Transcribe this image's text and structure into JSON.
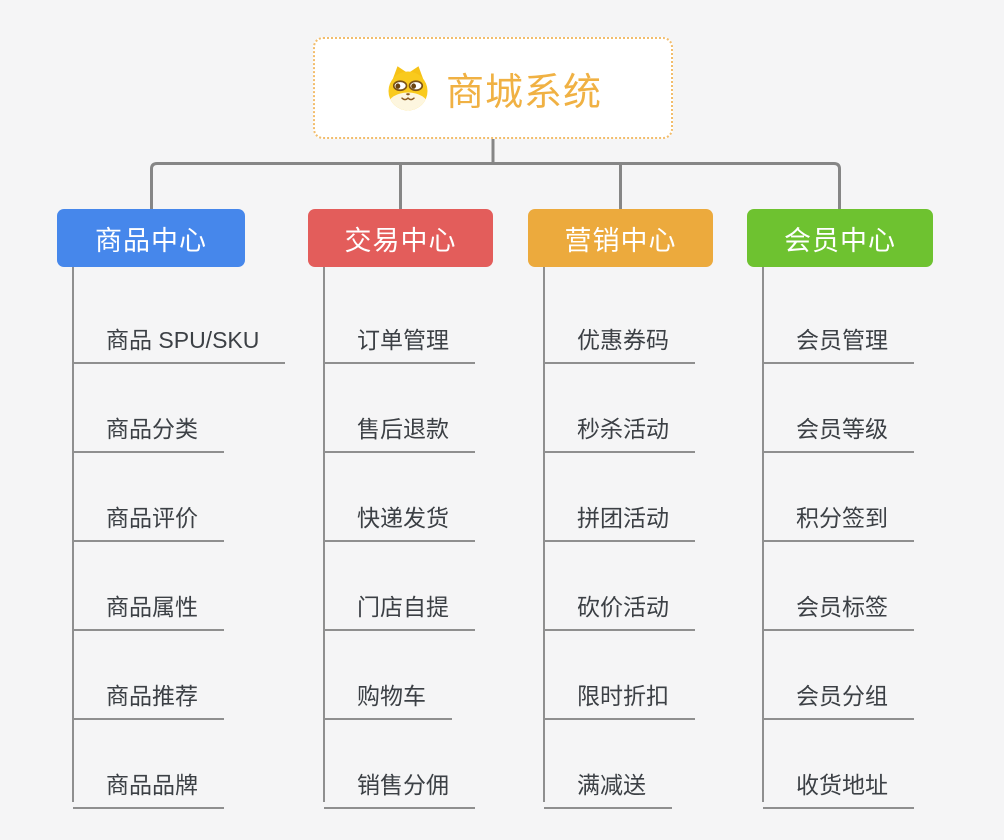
{
  "root": {
    "title": "商城系统",
    "icon": "dog-face-icon"
  },
  "colors": {
    "connector_line": "#868686",
    "spine_line": "#8f8f8f",
    "root_text": "#f0b143",
    "root_border": "#f2bd6c",
    "leaf_text": "#3c4045"
  },
  "branches": [
    {
      "label": "商品中心",
      "color": "#4687eb",
      "children": [
        "商品 SPU/SKU",
        "商品分类",
        "商品评价",
        "商品属性",
        "商品推荐",
        "商品品牌"
      ]
    },
    {
      "label": "交易中心",
      "color": "#e35d5b",
      "children": [
        "订单管理",
        "售后退款",
        "快递发货",
        "门店自提",
        "购物车",
        "销售分佣"
      ]
    },
    {
      "label": "营销中心",
      "color": "#ecaa3d",
      "children": [
        "优惠券码",
        "秒杀活动",
        "拼团活动",
        "砍价活动",
        "限时折扣",
        "满减送"
      ]
    },
    {
      "label": "会员中心",
      "color": "#6ec230",
      "children": [
        "会员管理",
        "会员等级",
        "积分签到",
        "会员标签",
        "会员分组",
        "收货地址"
      ]
    }
  ]
}
